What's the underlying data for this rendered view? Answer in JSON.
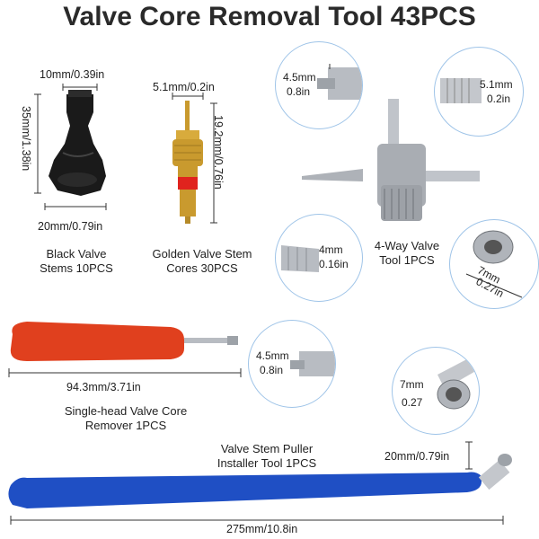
{
  "title": "Valve Core Removal Tool 43PCS",
  "colors": {
    "blue_tool": "#1f4fc4",
    "red_handle": "#e0401e",
    "gold": "#c99a2e",
    "circle_border": "#9fc4e8"
  },
  "black_valve": {
    "width_top": "10mm/0.39in",
    "height": "35mm/1.38in",
    "width_bottom": "20mm/0.79in",
    "caption_line1": "Black Valve",
    "caption_line2": "Stems 10PCS"
  },
  "golden_core": {
    "width": "5.1mm/0.2in",
    "height": "19.2mm/0.76in",
    "caption_line1": "Golden Valve Stem",
    "caption_line2": "Cores 30PCS"
  },
  "four_way": {
    "caption_line1": "4-Way Valve",
    "caption_line2": "Tool    1PCS",
    "detail_a": [
      "4.5mm",
      "0.8in"
    ],
    "detail_b": [
      "5.1mm",
      "0.2in"
    ],
    "detail_c": [
      "4mm",
      "0.16in"
    ],
    "detail_d": [
      "7mm",
      "0.27in"
    ]
  },
  "screwdriver": {
    "length": "94.3mm/3.71in",
    "caption_line1": "Single-head Valve Core",
    "caption_line2": "Remover 1PCS",
    "detail": [
      "4.5mm",
      "0.8in"
    ]
  },
  "puller": {
    "caption_line1": "Valve Stem Puller",
    "caption_line2": "Installer Tool    1PCS",
    "tip": "20mm/0.79in",
    "length": "275mm/10.8in",
    "detail": [
      "7mm",
      "0.27"
    ]
  }
}
